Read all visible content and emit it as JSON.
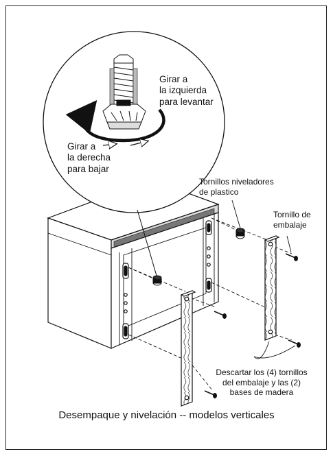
{
  "labels": {
    "rotate_left": [
      "Girar a",
      "la izquierda",
      "para levantar"
    ],
    "rotate_right": [
      "Girar a",
      "la derecha",
      "para bajar"
    ],
    "leveling_screws": [
      "Tornillos niveladores",
      "de plastico"
    ],
    "shipping_screw": [
      "Tornillo de",
      "embalaje"
    ],
    "discard_note": [
      "Descartar los (4) tornillos",
      "del embalaje y las (2)",
      "bases de madera"
    ]
  },
  "caption": "Desempaque y nivelación -- modelos verticales"
}
